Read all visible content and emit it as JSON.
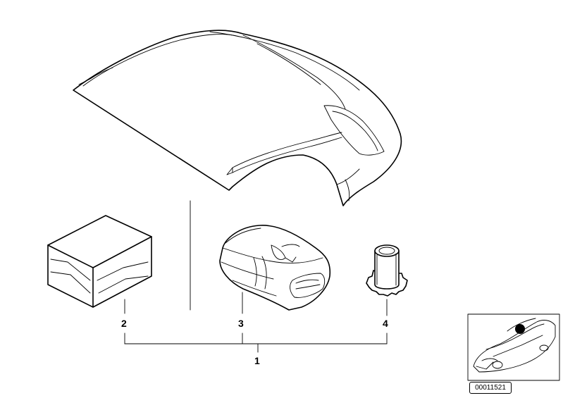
{
  "callouts": {
    "assembly": "1",
    "part_2": "2",
    "part_3": "3",
    "part_4": "4"
  },
  "diagram_code": "00011521"
}
